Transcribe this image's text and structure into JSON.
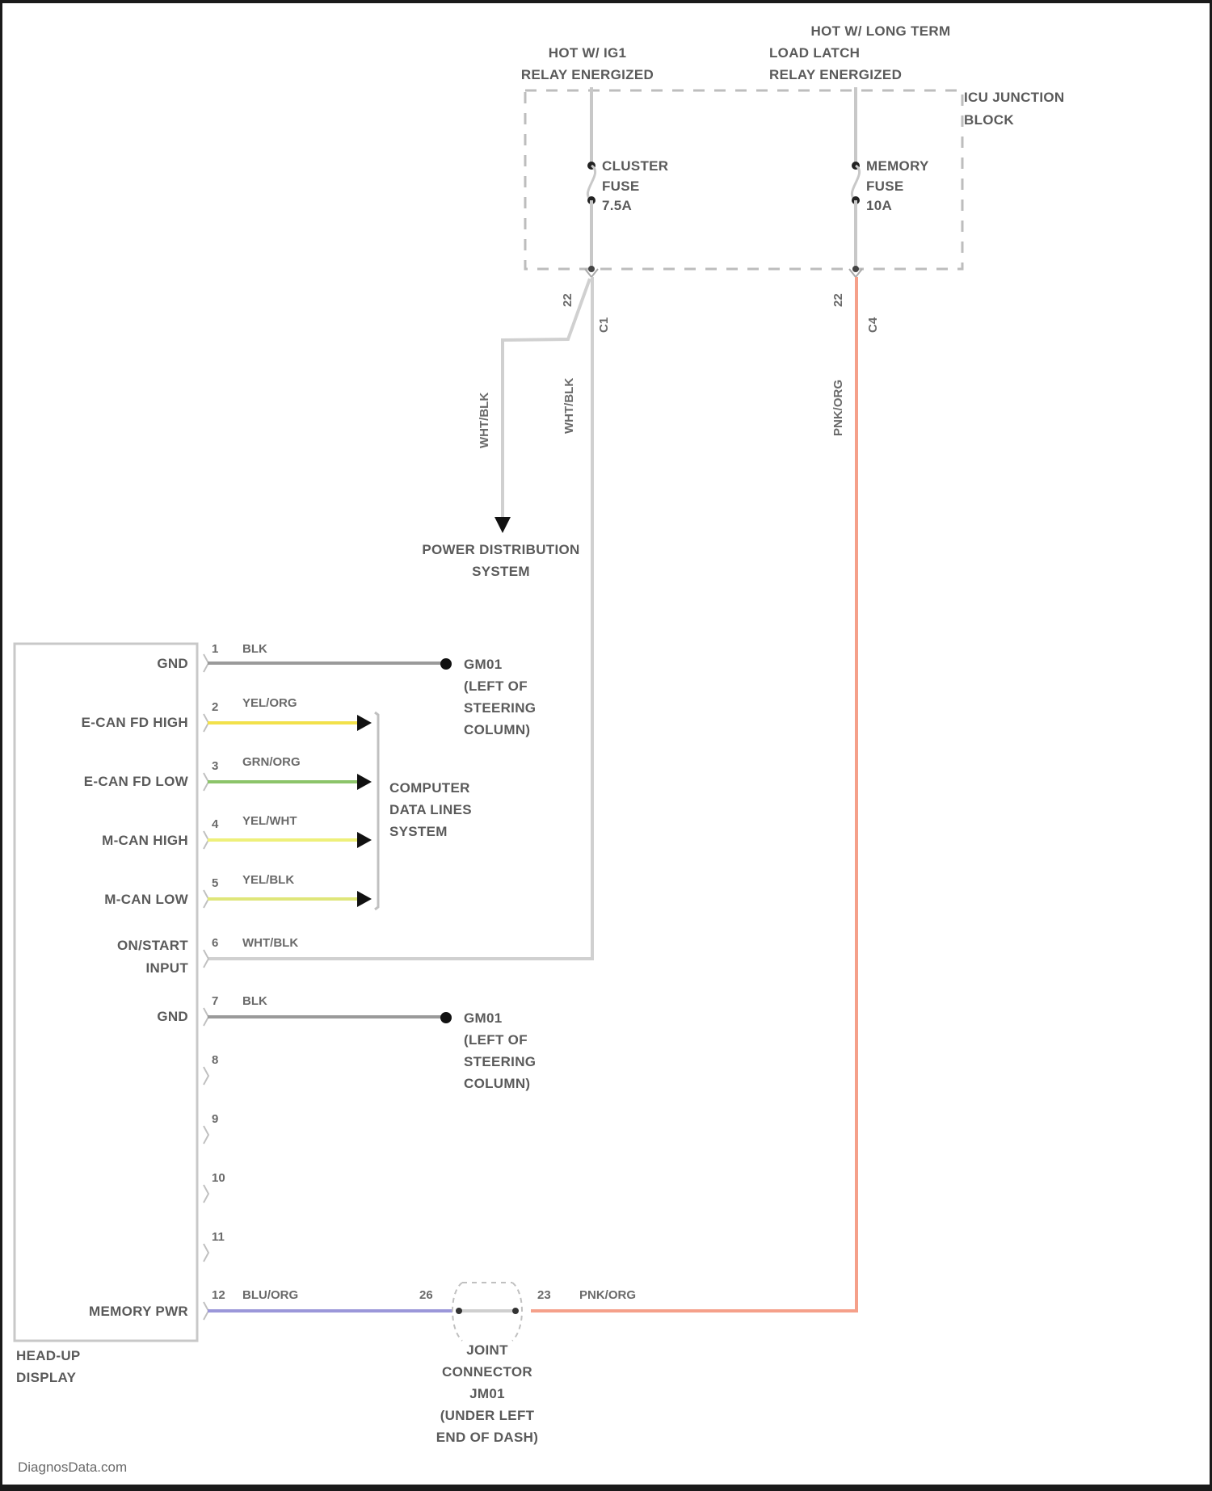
{
  "diagram": {
    "type": "wiring-diagram",
    "footer": "DiagnosData.com",
    "colors": {
      "frame": "#1a1a1a",
      "wire_default": "#c8c8c8",
      "wire_blk": "#9a9a9a",
      "wire_yel_org": "#f2e14a",
      "wire_grn_org": "#8cc46a",
      "wire_yel_wht": "#eef07a",
      "wire_yel_blk": "#dfe67a",
      "wire_blu_org": "#9b97d9",
      "wire_pnk_org": "#f5a08a",
      "text": "#5a5a5a"
    },
    "sources": {
      "ig1": {
        "line1": "HOT W/ IG1",
        "line2": "RELAY ENERGIZED"
      },
      "long_term": {
        "line1": "HOT W/ LONG TERM",
        "line2": "LOAD LATCH",
        "line3": "RELAY ENERGIZED"
      }
    },
    "junction_block": {
      "line1": "ICU JUNCTION",
      "line2": "BLOCK",
      "fuses": [
        {
          "name": "CLUSTER",
          "line2": "FUSE",
          "rating": "7.5A",
          "pin": "22",
          "connector": "C1"
        },
        {
          "name": "MEMORY",
          "line2": "FUSE",
          "rating": "10A",
          "pin": "22",
          "connector": "C4"
        }
      ]
    },
    "wire_labels": {
      "wht_blk_left": "WHT/BLK",
      "wht_blk_right": "WHT/BLK",
      "pnk_org_vertical": "PNK/ORG"
    },
    "power_distribution": {
      "line1": "POWER DISTRIBUTION",
      "line2": "SYSTEM"
    },
    "ground": {
      "line1": "GM01",
      "line2": "(LEFT OF",
      "line3": "STEERING",
      "line4": "COLUMN)"
    },
    "data_lines": {
      "line1": "COMPUTER",
      "line2": "DATA LINES",
      "line3": "SYSTEM"
    },
    "component": {
      "line1": "HEAD-UP",
      "line2": "DISPLAY",
      "pins": [
        {
          "num": "1",
          "name": "GND",
          "wire": "BLK"
        },
        {
          "num": "2",
          "name": "E-CAN FD HIGH",
          "wire": "YEL/ORG"
        },
        {
          "num": "3",
          "name": "E-CAN FD LOW",
          "wire": "GRN/ORG"
        },
        {
          "num": "4",
          "name": "M-CAN HIGH",
          "wire": "YEL/WHT"
        },
        {
          "num": "5",
          "name": "M-CAN LOW",
          "wire": "YEL/BLK"
        },
        {
          "num": "6",
          "name": "ON/START",
          "name2": "INPUT",
          "wire": "WHT/BLK"
        },
        {
          "num": "7",
          "name": "GND",
          "wire": "BLK"
        },
        {
          "num": "8",
          "name": "",
          "wire": ""
        },
        {
          "num": "9",
          "name": "",
          "wire": ""
        },
        {
          "num": "10",
          "name": "",
          "wire": ""
        },
        {
          "num": "11",
          "name": "",
          "wire": ""
        },
        {
          "num": "12",
          "name": "MEMORY PWR",
          "wire": "BLU/ORG"
        }
      ]
    },
    "joint_connector": {
      "pin_in": "26",
      "pin_out": "23",
      "out_wire": "PNK/ORG",
      "line1": "JOINT",
      "line2": "CONNECTOR",
      "line3": "JM01",
      "line4": "(UNDER LEFT",
      "line5": "END OF DASH)"
    }
  }
}
